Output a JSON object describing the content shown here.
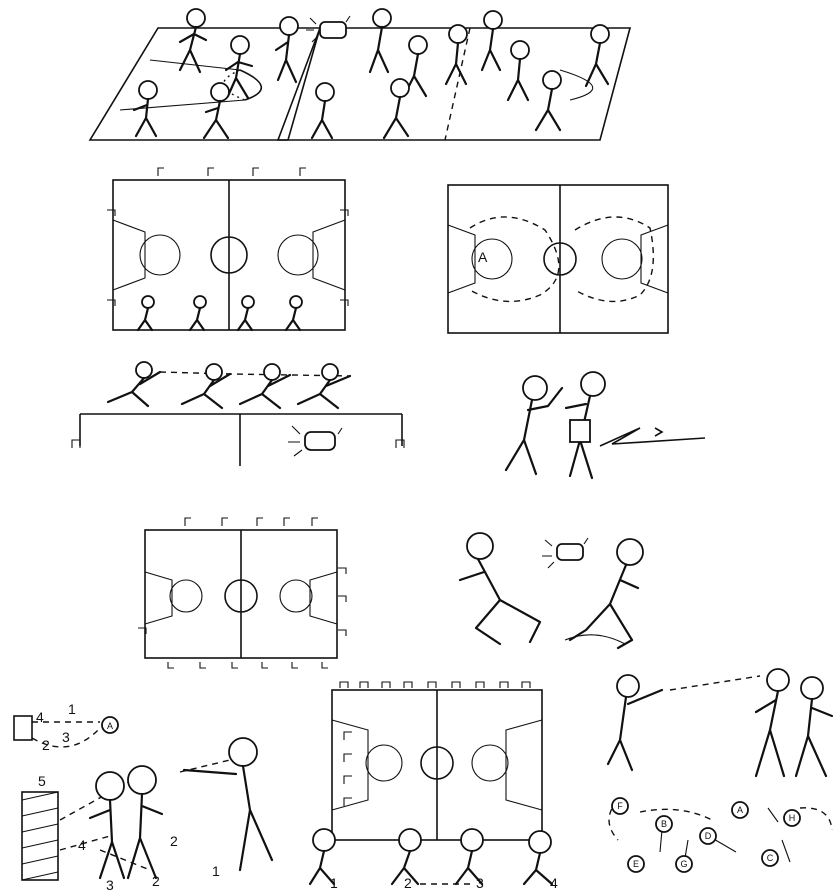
{
  "labels": {
    "drill_left_1": "1",
    "drill_left_2": "2",
    "drill_left_3": "3",
    "drill_left_4": "4",
    "drill_left_A": "A",
    "box_2": "2",
    "box_3": "3",
    "box_4": "4",
    "box_5": "5",
    "fig_1": "1",
    "fig_2": "2",
    "fig_3": "3",
    "fig_4": "4",
    "court_1": "1",
    "court_2": "2",
    "court_3": "3",
    "court_4": "4",
    "circle_A": "A",
    "circle_B": "B",
    "circle_C": "C",
    "circle_D": "D",
    "circle_E": "E",
    "circle_F": "F",
    "circle_G": "G",
    "circle_H": "H"
  }
}
